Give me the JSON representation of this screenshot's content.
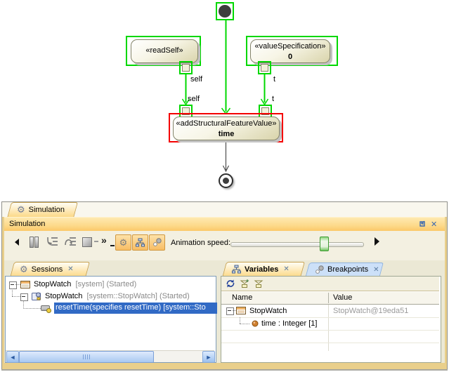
{
  "diagram": {
    "read_self_stereotype": "«readSelf»",
    "value_spec_stereotype": "«valueSpecification»",
    "value_spec_name": "0",
    "add_sfv_stereotype": "«addStructuralFeatureValue»",
    "add_sfv_name": "time",
    "labels": {
      "self_src": "self",
      "self_tgt": "self",
      "t_src": "t",
      "t_tgt": "t"
    }
  },
  "panel": {
    "main_tab": "Simulation",
    "header_title": "Simulation",
    "animation_speed_label": "Animation speed:",
    "sessions": {
      "tab_label": "Sessions",
      "row1_name": "StopWatch",
      "row1_detail": "[system] (Started)",
      "row2_name": "StopWatch",
      "row2_detail": "[system::StopWatch] (Started)",
      "row3_selected": "resetTime(specifies resetTime) [system::Sto"
    },
    "variables": {
      "tab_label": "Variables",
      "breakpoints_tab_label": "Breakpoints",
      "col_name": "Name",
      "col_value": "Value",
      "row1_name": "StopWatch",
      "row1_value": "StopWatch@19eda51",
      "row2_name": "time : Integer [1]",
      "row2_value": ""
    }
  },
  "icons": {
    "gear": "⚙",
    "close": "✕",
    "resume": "»"
  },
  "colors": {
    "selection_green": "#00d800",
    "selection_red": "#f40000",
    "highlight_blue": "#316ac5",
    "header_orange": "#fbc765",
    "slider_green": "#6cc45c",
    "action_fill": "#e9e5c4"
  }
}
